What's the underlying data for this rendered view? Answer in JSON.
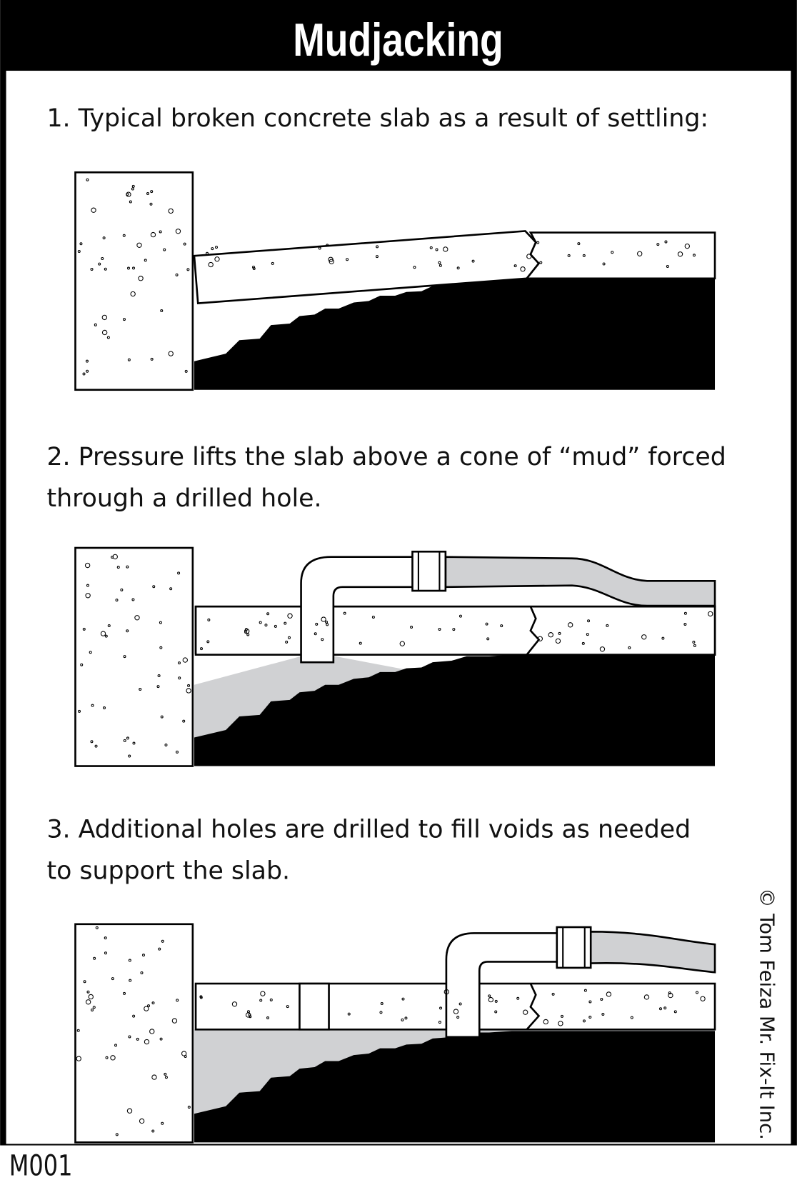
{
  "title": "Mudjacking",
  "steps": [
    {
      "line1": "1. Typical broken concrete slab as a result of settling:"
    },
    {
      "line1": "2. Pressure lifts the slab above a cone of “mud” forced",
      "line2": "through a drilled hole."
    },
    {
      "line1": "3.  Additional holes are drilled to fill voids as needed",
      "line2": "to support the slab."
    }
  ],
  "copyright": "© Tom Feiza Mr. Fix-It Inc.",
  "code": "M001",
  "colors": {
    "frame": "#000000",
    "mud": "#d0d1d3",
    "soil": "#000000",
    "concrete": "#ffffff"
  }
}
